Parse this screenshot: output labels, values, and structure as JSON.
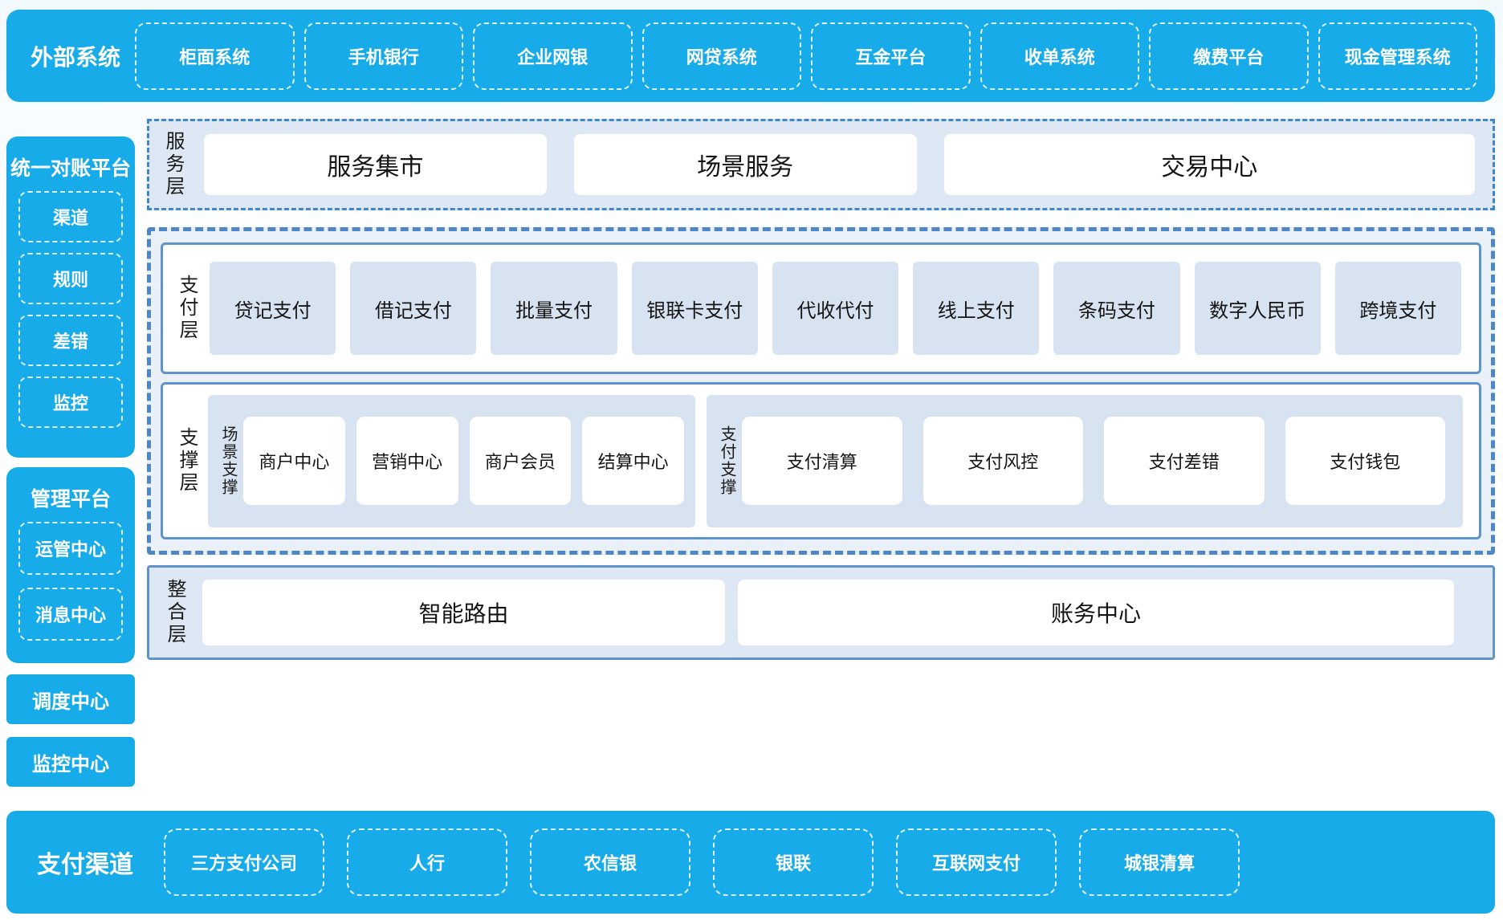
{
  "colors": {
    "bright_blue": "#17ace9",
    "panel_blue": "#dee7f4",
    "item_blue": "#d8e3f1",
    "solid_border": "#5e93cc",
    "dashed_border": "#4e87c8",
    "white": "#ffffff"
  },
  "top_bar": {
    "title": "外部系统",
    "items": [
      "柜面系统",
      "手机银行",
      "企业网银",
      "网贷系统",
      "互金平台",
      "收单系统",
      "缴费平台",
      "现金管理系统"
    ]
  },
  "sidebar": {
    "recon_platform": {
      "title": "统一对账平台",
      "items": [
        "渠道",
        "规则",
        "差错",
        "监控"
      ]
    },
    "mgmt_platform": {
      "title": "管理平台",
      "items": [
        "运管中心",
        "消息中心"
      ]
    },
    "dispatch_center": "调度中心",
    "monitor_center": "监控中心"
  },
  "service_layer": {
    "label": "服务层",
    "items": [
      "服务集市",
      "场景服务",
      "交易中心"
    ]
  },
  "payment_layer": {
    "label": "支付层",
    "items": [
      "贷记支付",
      "借记支付",
      "批量支付",
      "银联卡支付",
      "代收代付",
      "线上支付",
      "条码支付",
      "数字人民币",
      "跨境支付"
    ]
  },
  "support_layer": {
    "label": "支撑层",
    "groups": [
      {
        "label": "场景支撑",
        "items": [
          "商户中心",
          "营销中心",
          "商户会员",
          "结算中心"
        ]
      },
      {
        "label": "支付支撑",
        "items": [
          "支付清算",
          "支付风控",
          "支付差错",
          "支付钱包"
        ]
      }
    ]
  },
  "integration_layer": {
    "label": "整合层",
    "items": [
      "智能路由",
      "账务中心"
    ]
  },
  "bottom_bar": {
    "title": "支付渠道",
    "items": [
      "三方支付公司",
      "人行",
      "农信银",
      "银联",
      "互联网支付",
      "城银清算"
    ]
  }
}
